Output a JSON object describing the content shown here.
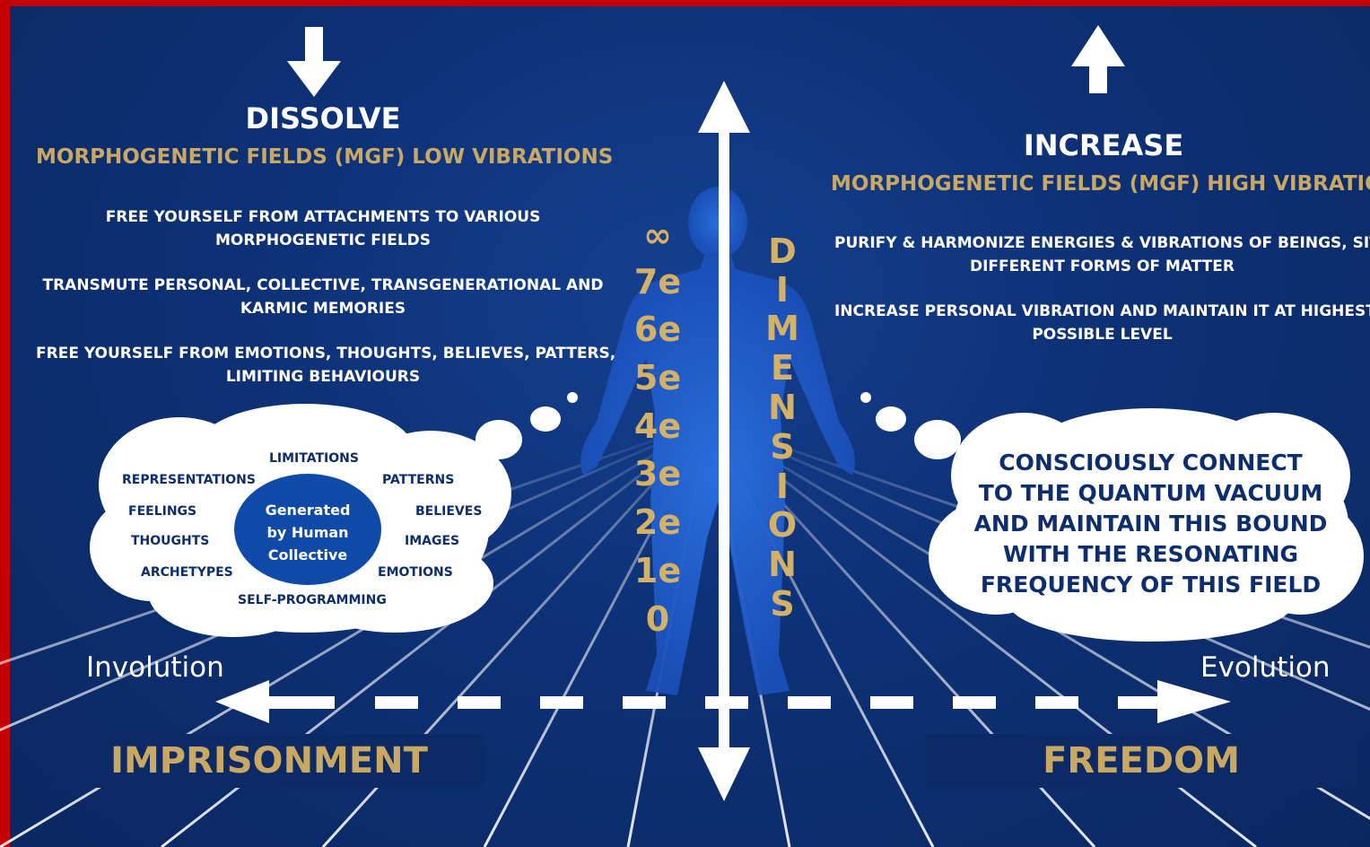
{
  "left": {
    "heading": "DISSOLVE",
    "subheading": "MORPHOGENETIC FIELDS (MGF) LOW VIBRATIONS",
    "items": [
      [
        "FREE YOURSELF FROM ATTACHMENTS TO VARIOUS",
        "MORPHOGENETIC FIELDS"
      ],
      [
        "TRANSMUTE PERSONAL, COLLECTIVE, TRANSGENERATIONAL AND",
        "KARMIC MEMORIES"
      ],
      [
        "FREE YOURSELF FROM EMOTIONS, THOUGHTS, BELIEVES, PATTERS,",
        "LIMITING BEHAVIOURS"
      ]
    ],
    "cloud": {
      "center": [
        "Generated",
        "by Human",
        "Collective"
      ],
      "words": [
        "LIMITATIONS",
        "REPRESENTATIONS",
        "PATTERNS",
        "FEELINGS",
        "BELIEVES",
        "THOUGHTS",
        "IMAGES",
        "ARCHETYPES",
        "EMOTIONS",
        "SELF-PROGRAMMING"
      ]
    },
    "direction_label": "Involution",
    "bottom_label": "IMPRISONMENT"
  },
  "right": {
    "heading": "INCREASE",
    "subheading": "MORPHOGENETIC FIELDS (MGF) HIGH VIBRATIONS",
    "items": [
      [
        "PURIFY & HARMONIZE ENERGIES & VIBRATIONS OF BEINGS, SITES,",
        "DIFFERENT FORMS OF MATTER"
      ],
      [
        "INCREASE PERSONAL VIBRATION AND MAINTAIN IT AT HIGHEST",
        "POSSIBLE LEVEL"
      ]
    ],
    "cloud_lines": [
      "CONSCIOUSLY CONNECT",
      "TO THE QUANTUM VACUUM",
      "AND MAINTAIN THIS BOUND",
      "WITH THE RESONATING",
      "FREQUENCY OF THIS FIELD"
    ],
    "direction_label": "Evolution",
    "bottom_label": "FREEDOM"
  },
  "center": {
    "levels": [
      "∞",
      "7e",
      "6e",
      "5e",
      "4e",
      "3e",
      "2e",
      "1e",
      "0"
    ],
    "vertical_word": [
      "D",
      "I",
      "M",
      "E",
      "N",
      "S",
      "I",
      "O",
      "N",
      "S"
    ]
  },
  "colors": {
    "background": "#0e3278",
    "accent_gold": "#c9a863",
    "frame_red": "#c40000",
    "figure_blue": "#1e5fd0"
  }
}
